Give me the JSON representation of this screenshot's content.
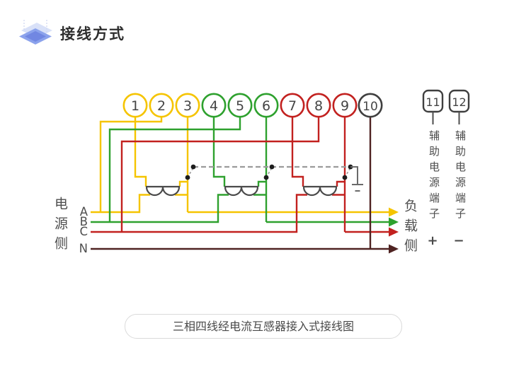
{
  "header": {
    "title": "接线方式"
  },
  "colors": {
    "phase_a": "#F5C400",
    "phase_b": "#2EA12E",
    "phase_c": "#C2211F",
    "neutral": "#4F2322",
    "terminal_dark": "#3F3F3F",
    "link_gray": "#9B9B9B",
    "coil_gray": "#4A4A4A",
    "icon_blue": "#8BA2EC"
  },
  "terminals": {
    "circles": [
      {
        "label": "1"
      },
      {
        "label": "2"
      },
      {
        "label": "3"
      },
      {
        "label": "4"
      },
      {
        "label": "5"
      },
      {
        "label": "6"
      },
      {
        "label": "7"
      },
      {
        "label": "8"
      },
      {
        "label": "9"
      },
      {
        "label": "10"
      }
    ],
    "aux": [
      {
        "label": "11",
        "text": "辅助电源端子",
        "sign": "+"
      },
      {
        "label": "12",
        "text": "辅助电源端子",
        "sign": "−"
      }
    ]
  },
  "source": {
    "label": "电源侧",
    "phases": [
      "A",
      "B",
      "C",
      "N"
    ]
  },
  "load": {
    "label": "负载侧"
  },
  "caption": {
    "text": "三相四线经电流互感器接入式接线图"
  }
}
